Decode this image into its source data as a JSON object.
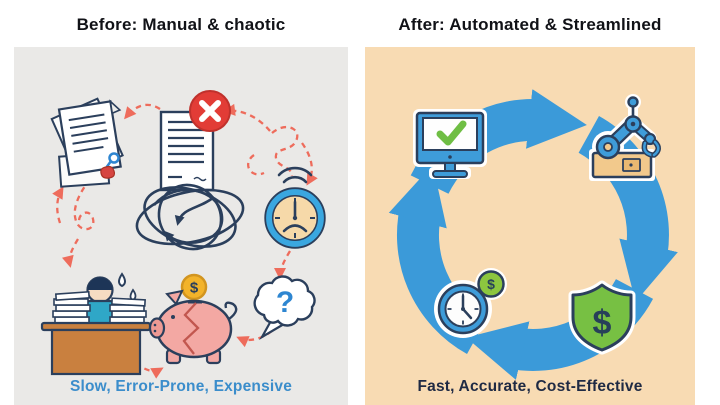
{
  "before": {
    "title": "Before: Manual & chaotic",
    "caption": "Slow, Error-Prone, Expensive",
    "background": "#EAE9E7",
    "caption_color": "#3B8DCB",
    "ink_color": "#2B3F5C",
    "chaos_arrow_color": "#EE6C5C",
    "icons": [
      "crumpled-documents-icon",
      "rejected-document-icon",
      "error-cross-badge-icon",
      "tangled-scribble-icon",
      "ringing-clock-icon",
      "overworked-worker-desk-icon",
      "broken-piggy-bank-icon",
      "coin-icon",
      "question-bubble-icon"
    ]
  },
  "after": {
    "title": "After: Automated & Streamlined",
    "caption": "Fast, Accurate, Cost-Effective",
    "background": "#F8DBB3",
    "caption_color": "#1F2A44",
    "cycle_arrow_color": "#3B9AD9",
    "icons": [
      "monitor-checkmark-icon",
      "robot-arm-icon",
      "dollar-shield-icon",
      "clock-coin-icon"
    ]
  },
  "glyphs": {
    "dollar": "$",
    "question": "?"
  }
}
